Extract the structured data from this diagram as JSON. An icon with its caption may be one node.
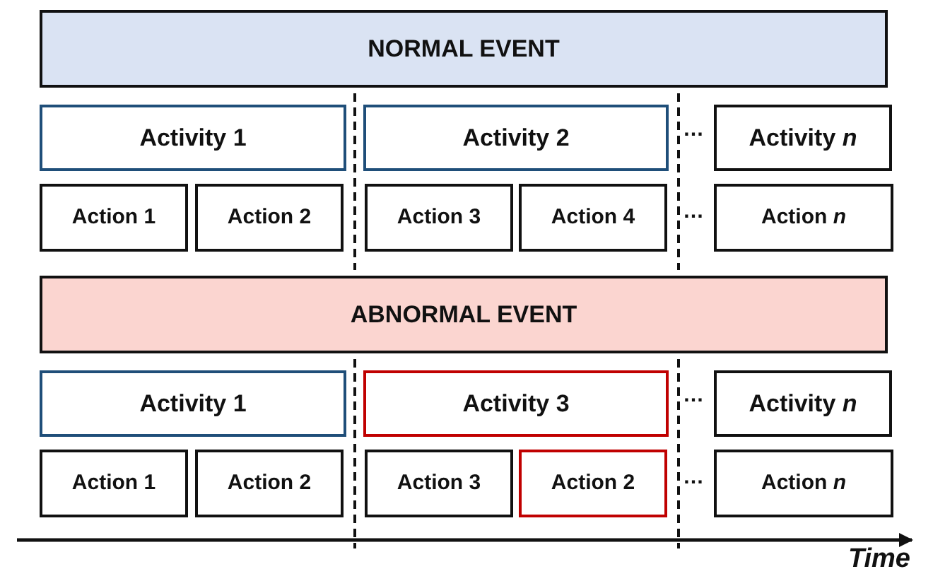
{
  "diagram": {
    "nodes": [
      {
        "text": [
          "NORMAL EVENT"
        ]
      },
      {
        "text": [
          "Activity 1"
        ]
      },
      {
        "text": [
          "Activity 2"
        ]
      },
      {
        "text": [
          "Activity *n*"
        ]
      },
      {
        "text": [
          "Action 1"
        ]
      },
      {
        "text": [
          "Action 2"
        ]
      },
      {
        "text": [
          "Action 3"
        ]
      },
      {
        "text": [
          "Action 4"
        ]
      },
      {
        "text": [
          "Action *n*"
        ]
      },
      {
        "text": [
          "ABNORMAL EVENT"
        ]
      },
      {
        "text": [
          "Activity 1"
        ]
      },
      {
        "text": [
          "Activity 3"
        ]
      },
      {
        "text": [
          "Activity *n*"
        ]
      },
      {
        "text": [
          "Action 1"
        ]
      },
      {
        "text": [
          "Action 2"
        ]
      },
      {
        "text": [
          "Action 3"
        ]
      },
      {
        "text": [
          "Action 2"
        ]
      },
      {
        "text": [
          "Action *n*"
        ]
      }
    ],
    "edges": [],
    "labels": [
      "…",
      "…",
      "…",
      "…",
      "Time"
    ]
  }
}
